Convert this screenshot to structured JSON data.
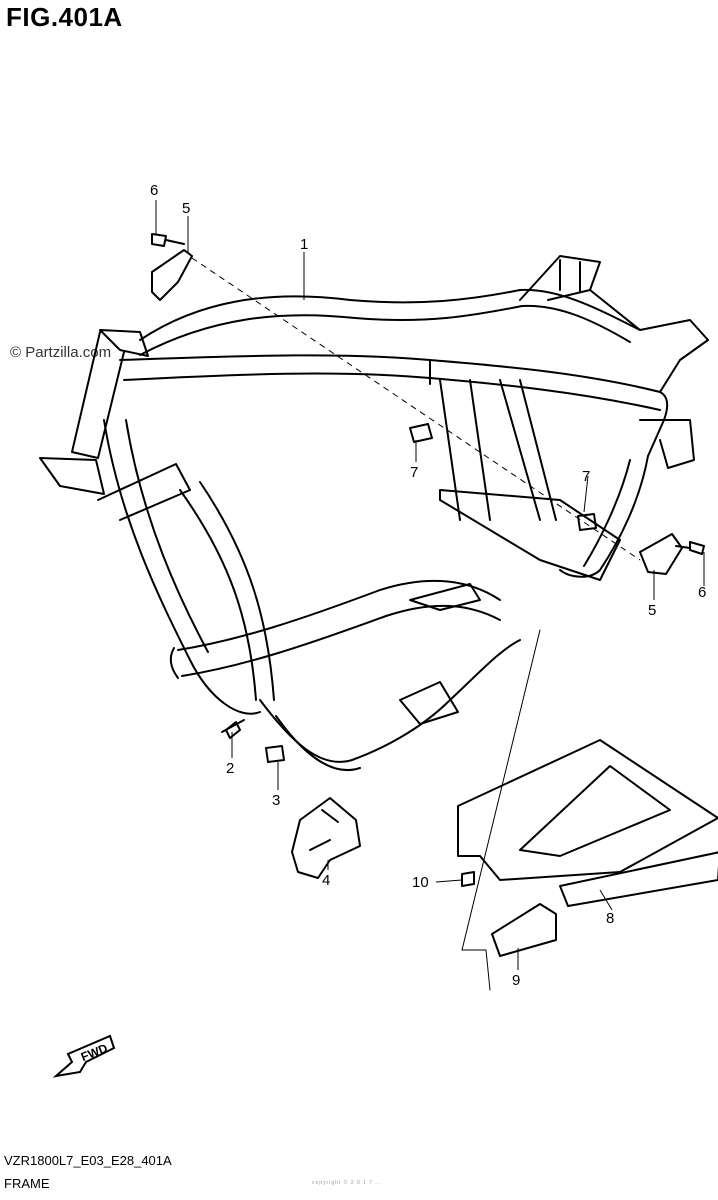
{
  "header": {
    "title": "FIG.401A"
  },
  "watermark": "© Partzilla.com",
  "footer": {
    "ref_code": "VZR1800L7_E03_E28_401A",
    "section": "FRAME",
    "fine_print": "copyright © 2 0 1 7 ..."
  },
  "fwd_badge": {
    "label": "FWD"
  },
  "callouts": {
    "c1": "1",
    "c2": "2",
    "c3": "3",
    "c4": "4",
    "c5a": "5",
    "c5b": "5",
    "c6a": "6",
    "c6b": "6",
    "c7a": "7",
    "c7b": "7",
    "c8": "8",
    "c9": "9",
    "c10": "10"
  }
}
